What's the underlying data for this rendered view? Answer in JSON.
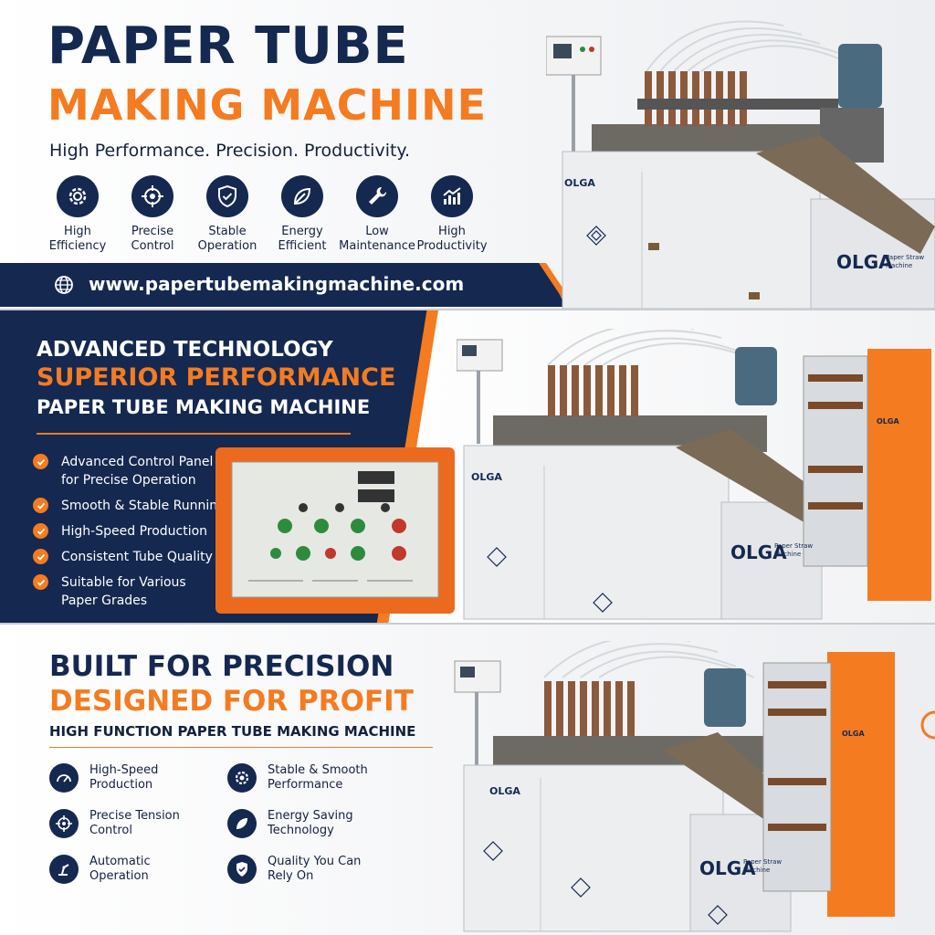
{
  "panel1": {
    "title_line1": "PAPER TUBE",
    "title_line2": "MAKING MACHINE",
    "subtitle": "High Performance. Precision. Productivity.",
    "features": [
      {
        "label": "High\nEfficiency",
        "icon": "gear-icon"
      },
      {
        "label": "Precise\nControl",
        "icon": "crosshair-icon"
      },
      {
        "label": "Stable\nOperation",
        "icon": "shield-check-icon"
      },
      {
        "label": "Energy\nEfficient",
        "icon": "leaf-icon"
      },
      {
        "label": "Low\nMaintenance",
        "icon": "wrench-icon"
      },
      {
        "label": "High\nProductivity",
        "icon": "growth-chart-icon"
      }
    ],
    "website": "www.papertubemakingmachine.com",
    "machine_brand": "OLGA",
    "machine_label": "Paper Straw\nMachine"
  },
  "panel2": {
    "heading1": "ADVANCED TECHNOLOGY",
    "heading2": "SUPERIOR PERFORMANCE",
    "heading3": "PAPER TUBE MAKING MACHINE",
    "items": [
      "Advanced Control Panel\nfor Precise Operation",
      "Smooth & Stable Running",
      "High-Speed Production",
      "Consistent Tube Quality",
      "Suitable for Various\nPaper Grades"
    ],
    "machine_brand": "OLGA",
    "machine_label": "Paper Straw\nMachine"
  },
  "panel3": {
    "heading1": "BUILT FOR PRECISION",
    "heading2": "DESIGNED FOR PROFIT",
    "heading3": "HIGH FUNCTION PAPER TUBE MAKING MACHINE",
    "features": [
      {
        "label": "High-Speed\nProduction",
        "icon": "speedometer-icon"
      },
      {
        "label": "Stable & Smooth\nPerformance",
        "icon": "gear-icon"
      },
      {
        "label": "Precise Tension\nControl",
        "icon": "crosshair-icon"
      },
      {
        "label": "Energy Saving\nTechnology",
        "icon": "leaf-icon"
      },
      {
        "label": "Automatic\nOperation",
        "icon": "robot-arm-icon"
      },
      {
        "label": "Quality You Can\nRely On",
        "icon": "shield-check-icon"
      }
    ],
    "machine_brand": "OLGA",
    "machine_label": "Paper Straw\nMachine"
  },
  "colors": {
    "navy": "#142850",
    "orange": "#f47b20",
    "white": "#ffffff"
  }
}
